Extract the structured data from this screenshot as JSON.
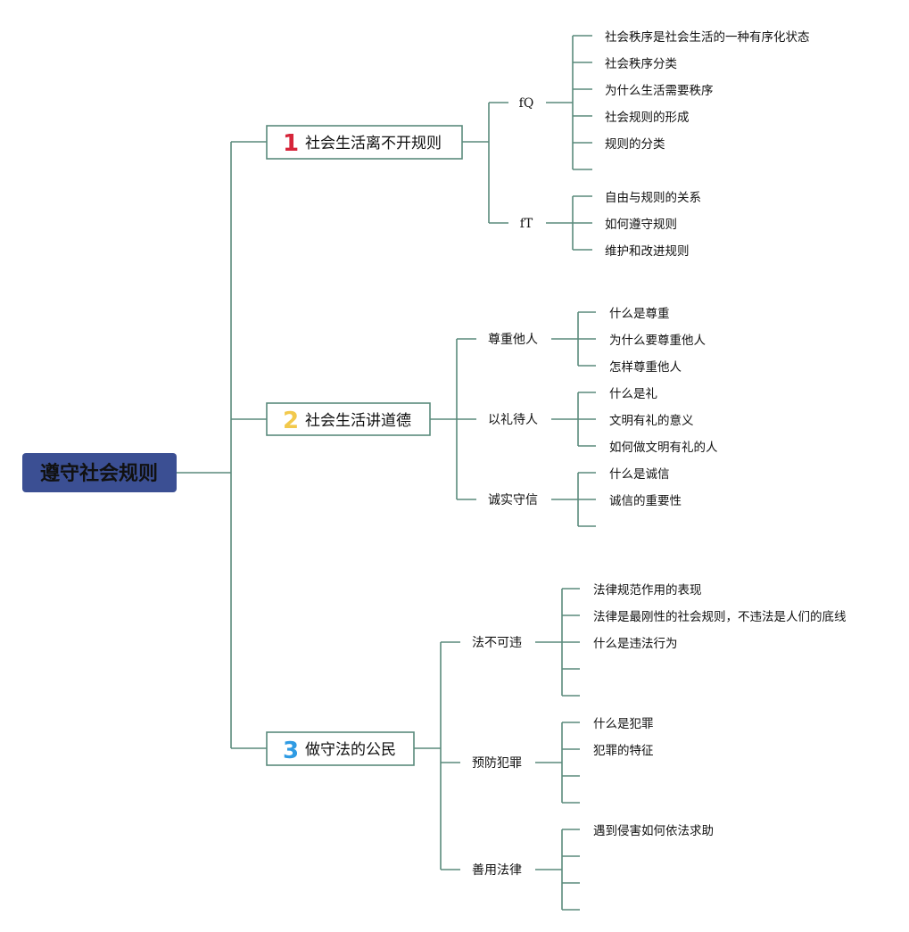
{
  "colors": {
    "line": "#5a8a7c",
    "root_fill": "#3b4f93",
    "num1": "#d6253a",
    "num2": "#f2c94c",
    "num3": "#2f9be3"
  },
  "root": {
    "label": "遵守社会规则"
  },
  "branches": [
    {
      "number": "1",
      "label": "社会生活离不开规则",
      "subs": [
        {
          "label": "fQ",
          "leaves": [
            "社会秩序是社会生活的一种有序化状态",
            "社会秩序分类",
            "为什么生活需要秩序",
            "社会规则的形成",
            "规则的分类",
            ""
          ]
        },
        {
          "label": "fT",
          "leaves": [
            "自由与规则的关系",
            "如何遵守规则",
            "维护和改进规则"
          ]
        }
      ]
    },
    {
      "number": "2",
      "label": "社会生活讲道德",
      "subs": [
        {
          "label": "尊重他人",
          "leaves": [
            "什么是尊重",
            "为什么要尊重他人",
            "怎样尊重他人"
          ]
        },
        {
          "label": "以礼待人",
          "leaves": [
            "什么是礼",
            "文明有礼的意义",
            "如何做文明有礼的人"
          ]
        },
        {
          "label": "诚实守信",
          "leaves": [
            "什么是诚信",
            "诚信的重要性",
            ""
          ]
        }
      ]
    },
    {
      "number": "3",
      "label": "做守法的公民",
      "subs": [
        {
          "label": "法不可违",
          "leaves": [
            "法律规范作用的表现",
            "法律是最刚性的社会规则，不违法是人们的底线",
            "什么是违法行为",
            "",
            ""
          ]
        },
        {
          "label": "预防犯罪",
          "leaves": [
            "什么是犯罪",
            "犯罪的特征",
            "",
            ""
          ]
        },
        {
          "label": "善用法律",
          "leaves": [
            "遇到侵害如何依法求助",
            "",
            "",
            ""
          ]
        }
      ]
    }
  ]
}
